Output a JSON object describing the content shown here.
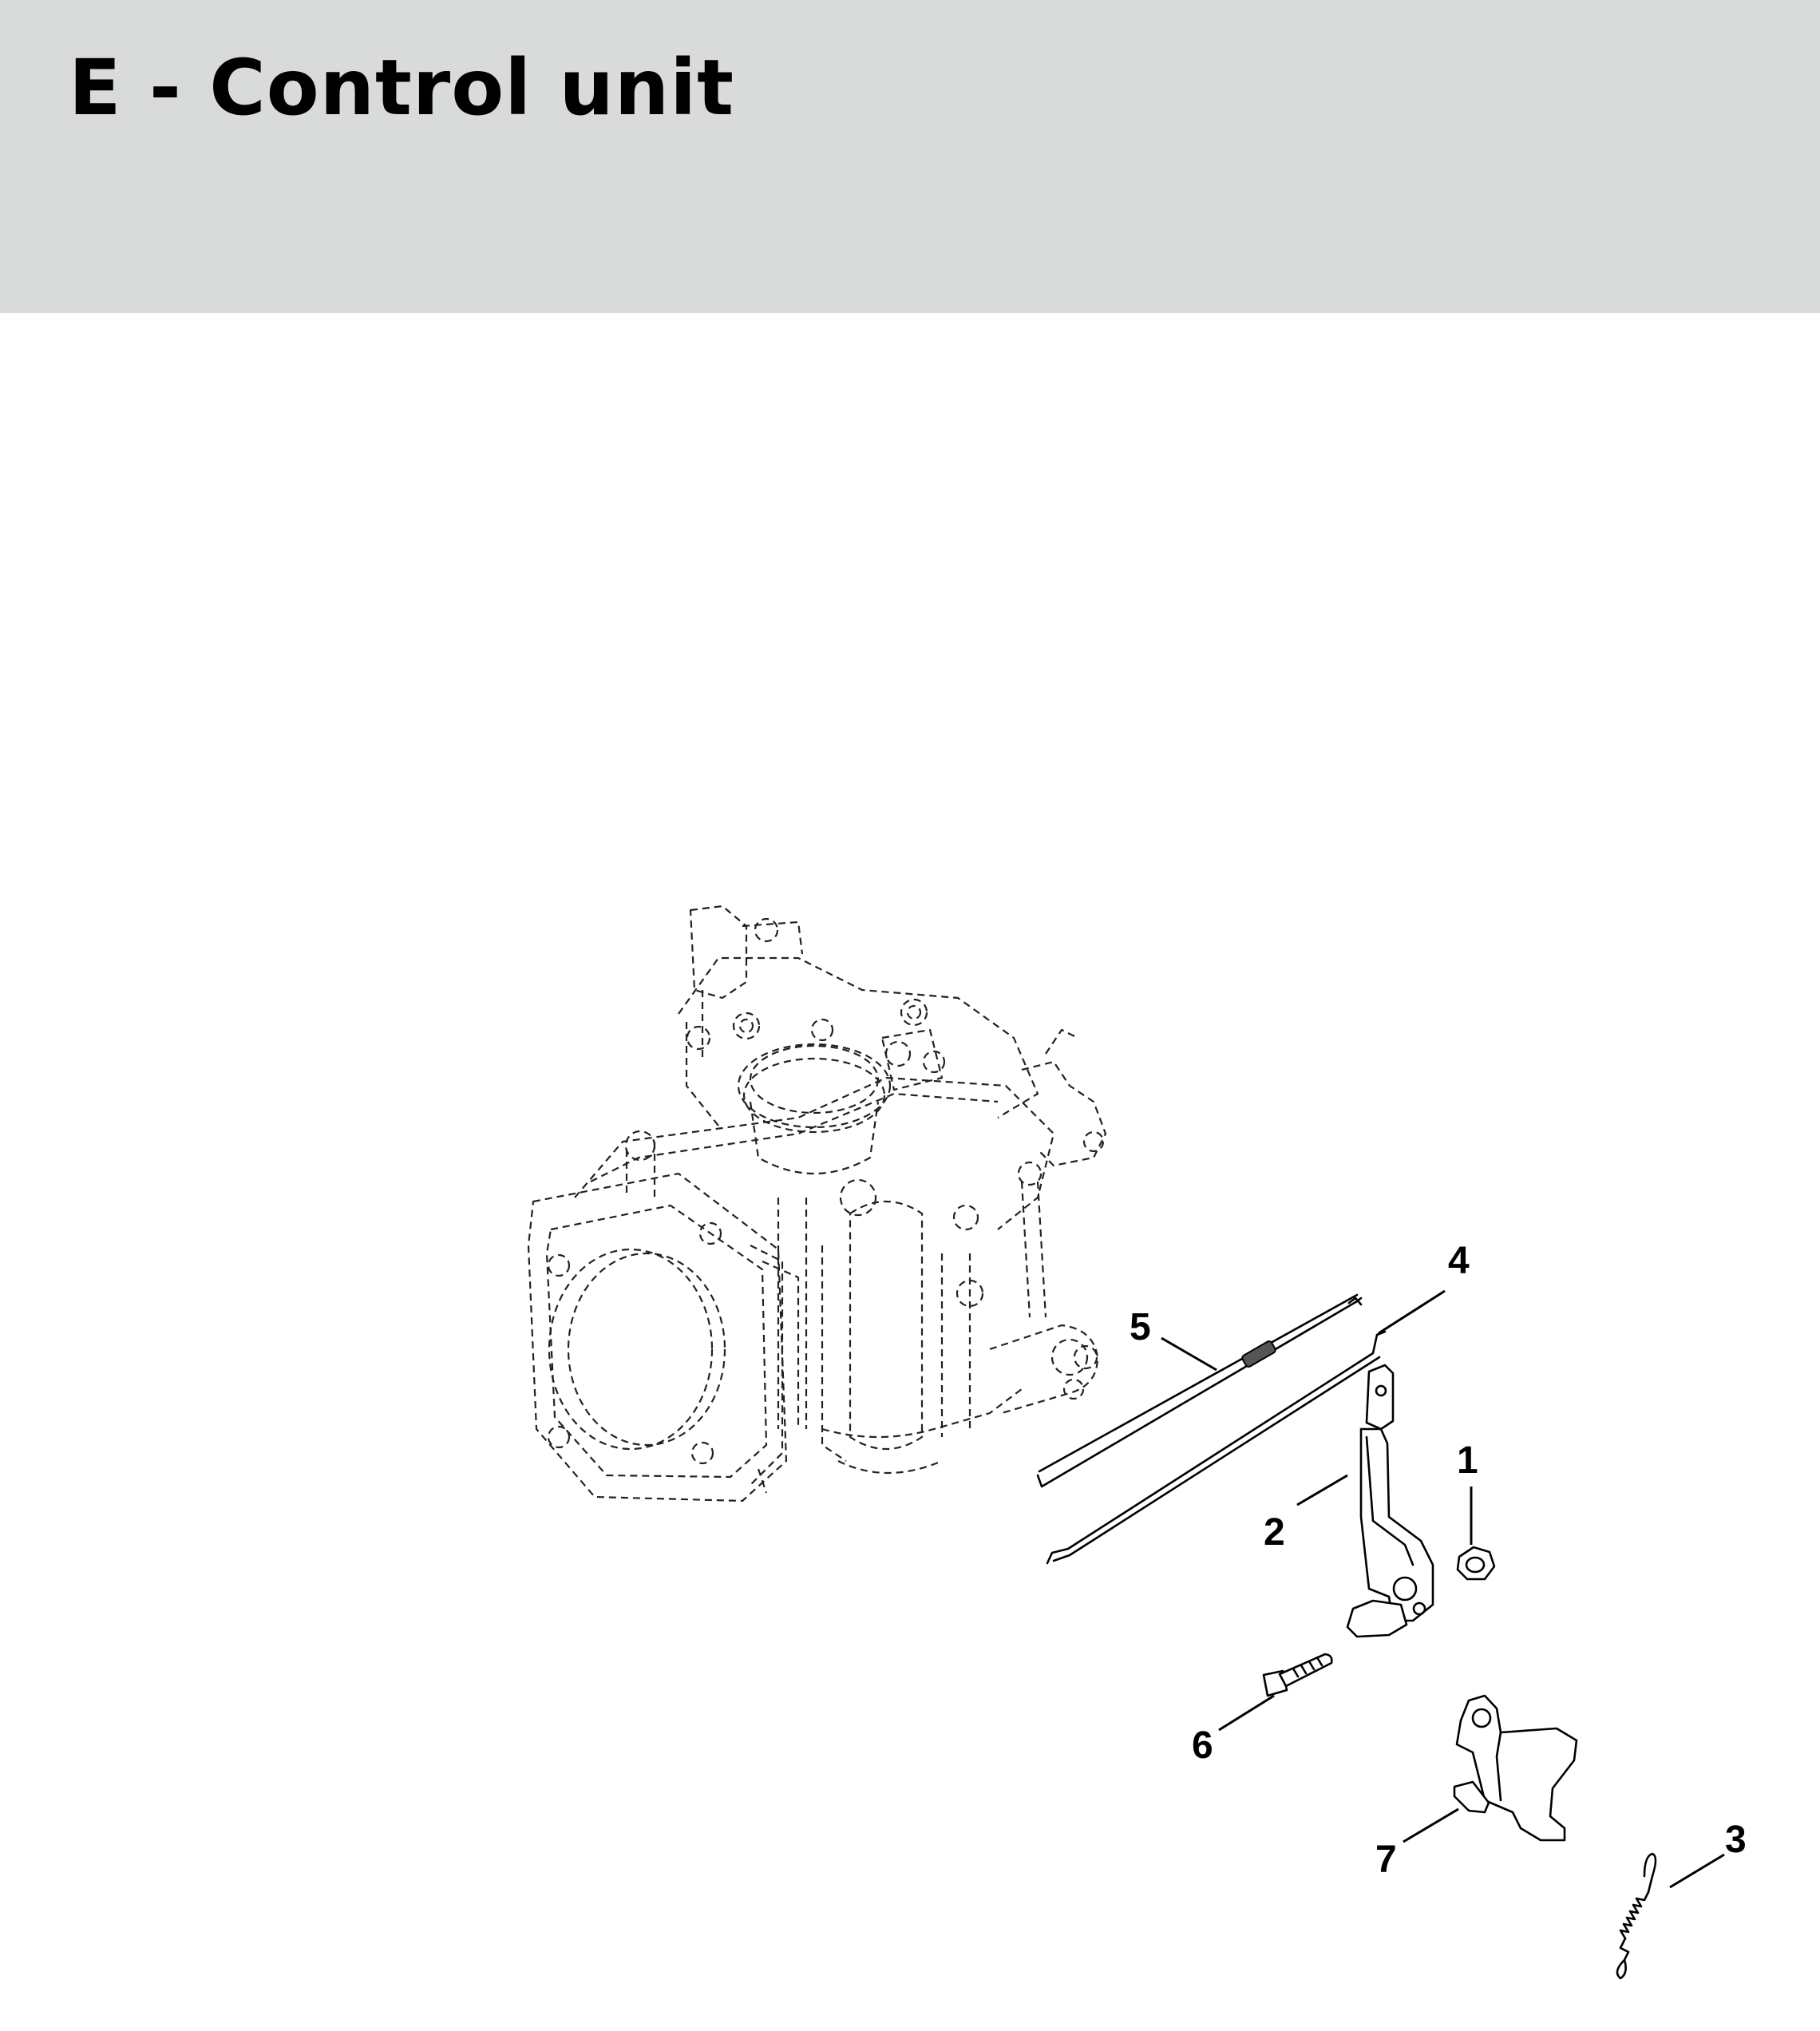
{
  "header": {
    "title": "E - Control unit"
  },
  "diagram": {
    "callouts": [
      {
        "id": "1",
        "label": "1"
      },
      {
        "id": "2",
        "label": "2"
      },
      {
        "id": "3",
        "label": "3"
      },
      {
        "id": "4",
        "label": "4"
      },
      {
        "id": "5",
        "label": "5"
      },
      {
        "id": "6",
        "label": "6"
      },
      {
        "id": "7",
        "label": "7"
      }
    ]
  }
}
